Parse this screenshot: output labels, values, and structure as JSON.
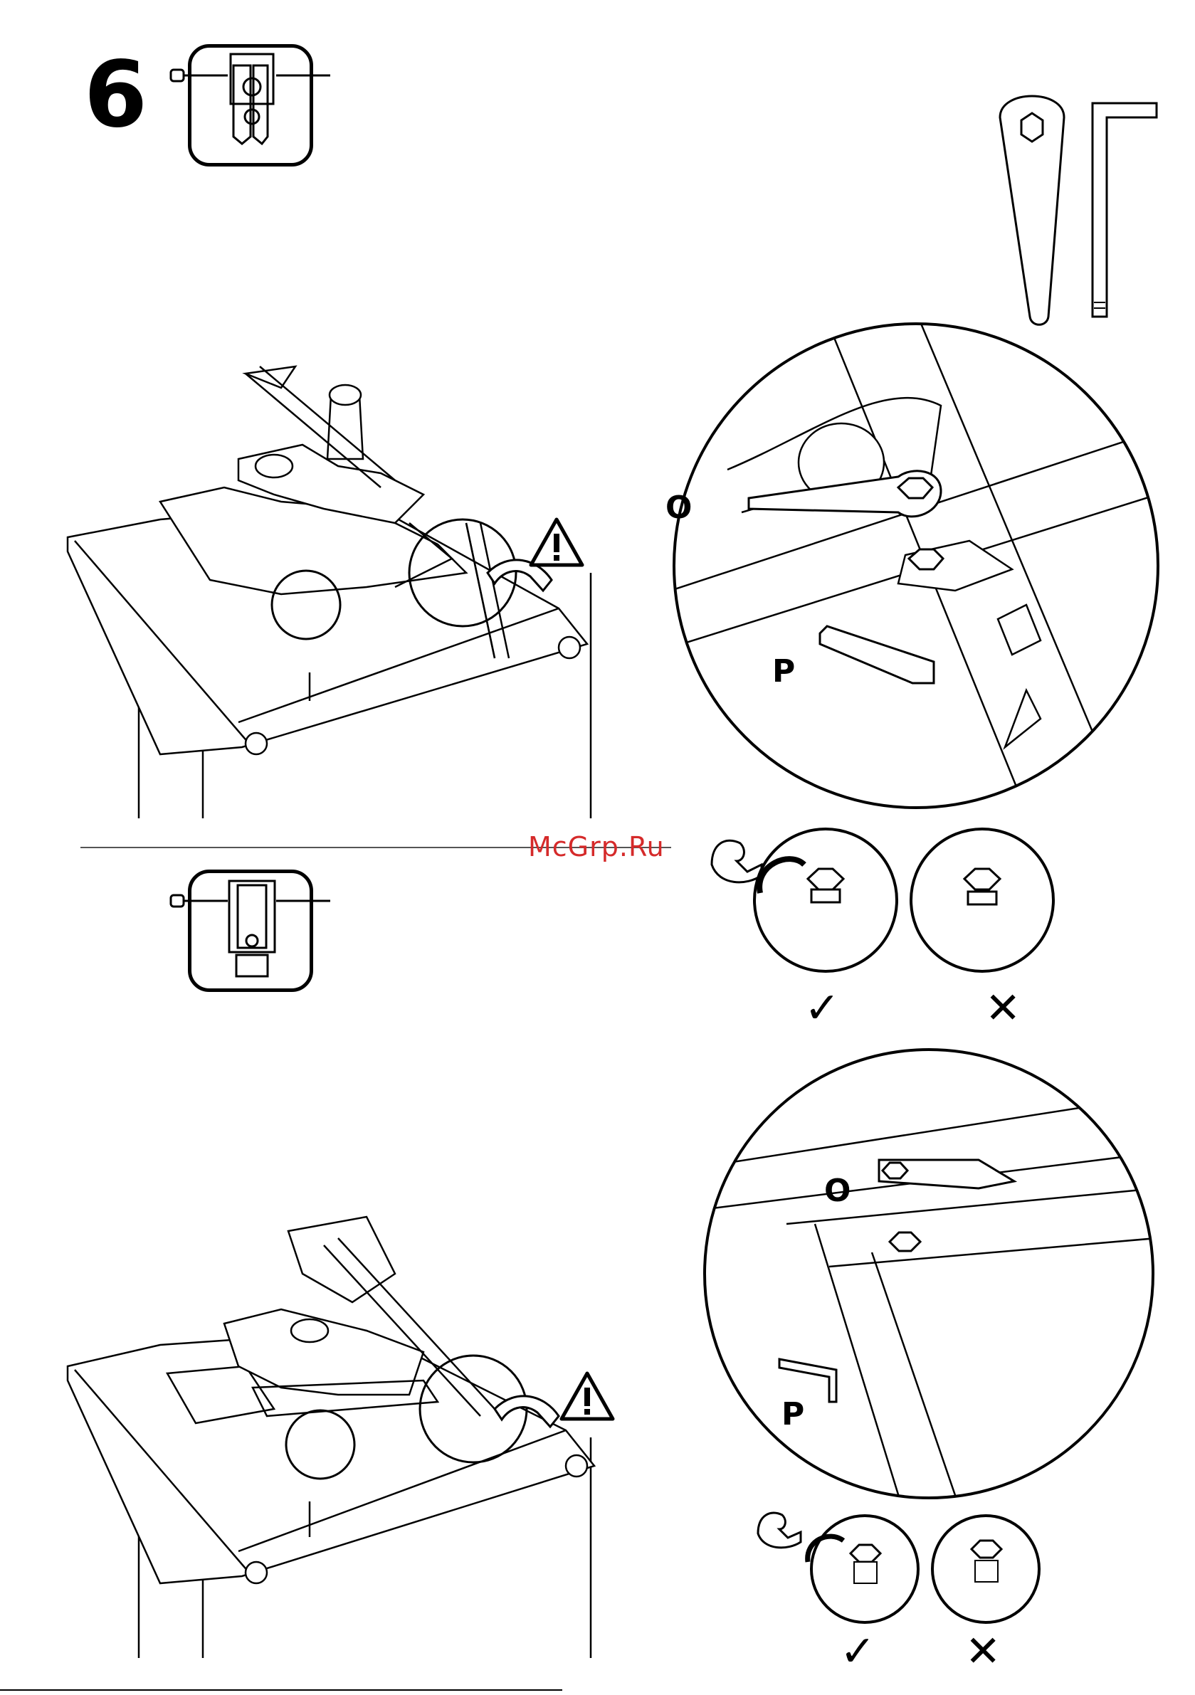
{
  "step": {
    "number": "6"
  },
  "labels": {
    "top_wrench": "O",
    "top_hexkey": "P",
    "bottom_wrench": "O",
    "bottom_hexkey": "P"
  },
  "watermark": {
    "text": "McGrp.Ru"
  },
  "icons": {
    "warning": "warning-triangle-icon",
    "correct": "check-mark-icon",
    "incorrect": "cross-mark-icon",
    "strength": "flexed-arm-icon"
  },
  "colors": {
    "watermark": "#d52a2a",
    "line": "#000000"
  }
}
